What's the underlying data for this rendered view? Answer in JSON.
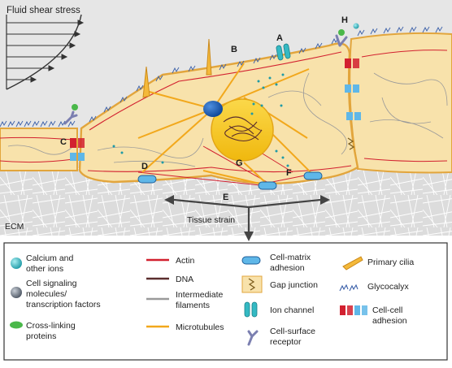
{
  "diagram": {
    "top_label": "Fluid shear stress",
    "ecm_label": "ECM",
    "strain_label": "Tissue strain",
    "letters": {
      "A": "A",
      "B": "B",
      "C": "C",
      "D": "D",
      "E": "E",
      "F": "F",
      "G": "G",
      "H": "H"
    }
  },
  "legend": {
    "ions": "Calcium and other ions",
    "signaling_1": "Cell signaling",
    "signaling_2": "molecules/",
    "signaling_3": "transcription factors",
    "crosslink_1": "Cross-linking",
    "crosslink_2": "proteins",
    "actin": "Actin",
    "dna": "DNA",
    "intermediate_1": "Intermediate",
    "intermediate_2": "filaments",
    "microtubules": "Microtubules",
    "cell_matrix_1": "Cell-matrix",
    "cell_matrix_2": "adhesion",
    "gap_junction": "Gap junction",
    "ion_channel": "Ion channel",
    "cell_surface_1": "Cell-surface",
    "cell_surface_2": "receptor",
    "primary_cilia": "Primary cilia",
    "glycocalyx": "Glycocalyx",
    "cell_cell_1": "Cell-cell",
    "cell_cell_2": "adhesion"
  },
  "colors": {
    "cytoplasm": "#f8e2ab",
    "membrane": "#e2a53c",
    "actin": "#d2202f",
    "microtubule": "#f2a81c",
    "intermediate": "#9a9a9a",
    "dna": "#5a2d2d",
    "nucleus": "#f8c81e",
    "centrosome": "#1660b4",
    "adhesion": "#5fb7e8",
    "ion": "#34b9c3",
    "crosslink": "#4ab84a",
    "glycocalyx": "#3a5fa8",
    "ecm": "#d9d9d9"
  }
}
